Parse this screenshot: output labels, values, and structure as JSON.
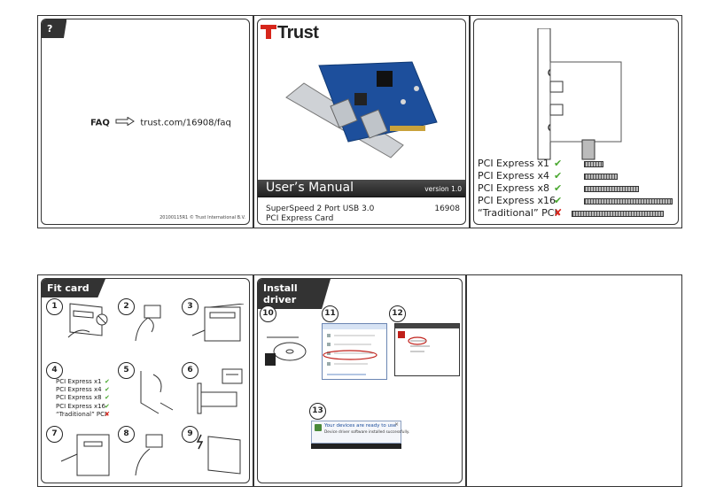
{
  "panel_faq": {
    "tab_label": "?",
    "faq_label": "FAQ",
    "faq_url": "trust.com/16908/faq",
    "doc_code": "20100115R1 © Trust International B.V."
  },
  "panel_cover": {
    "brand": "Trust",
    "manual_title": "User’s Manual",
    "version": "version 1.0",
    "product_line1": "SuperSpeed 2 Port USB 3.0",
    "product_line2": "PCI Express Card",
    "product_number": "16908"
  },
  "panel_compat": {
    "slots": [
      {
        "label": "PCI Express x1",
        "ok": true
      },
      {
        "label": "PCI Express x4",
        "ok": true
      },
      {
        "label": "PCI Express x8",
        "ok": true
      },
      {
        "label": "PCI Express x16",
        "ok": true
      },
      {
        "label": "“Traditional” PCI",
        "ok": false
      }
    ]
  },
  "panel_fit": {
    "tab_label": "Fit card",
    "steps": [
      "1",
      "2",
      "3",
      "4",
      "5",
      "6",
      "7",
      "8",
      "9"
    ],
    "slots": [
      {
        "label": "PCI Express x1",
        "ok": true
      },
      {
        "label": "PCI Express x4",
        "ok": true
      },
      {
        "label": "PCI Express x8",
        "ok": true
      },
      {
        "label": "PCI Express x16",
        "ok": true
      },
      {
        "label": "“Traditional” PCI",
        "ok": false
      }
    ]
  },
  "panel_driver": {
    "tab_label": "Install driver",
    "steps": [
      "10",
      "11",
      "12",
      "13"
    ],
    "notification_title": "Your devices are ready to use",
    "notification_body": "Device driver software installed successfully."
  }
}
